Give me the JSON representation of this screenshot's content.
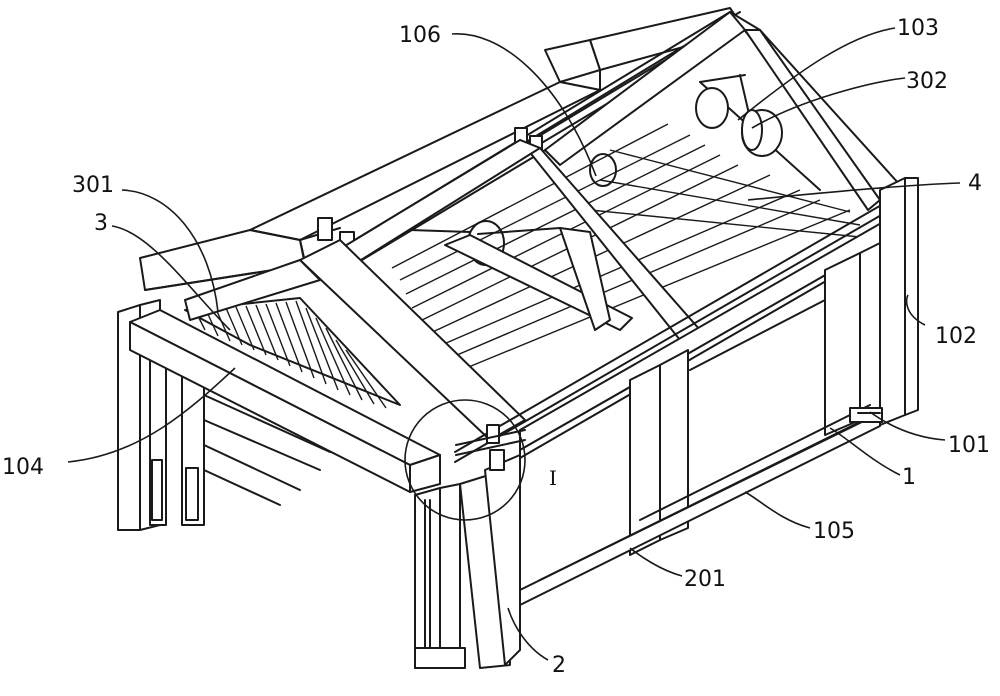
{
  "labels": {
    "l106": "106",
    "l103": "103",
    "l302": "302",
    "l301": "301",
    "l3": "3",
    "l4": "4",
    "l102": "102",
    "l101": "101",
    "l1": "1",
    "l104": "104",
    "lI": "I",
    "l105": "105",
    "l201": "201",
    "l2": "2"
  }
}
